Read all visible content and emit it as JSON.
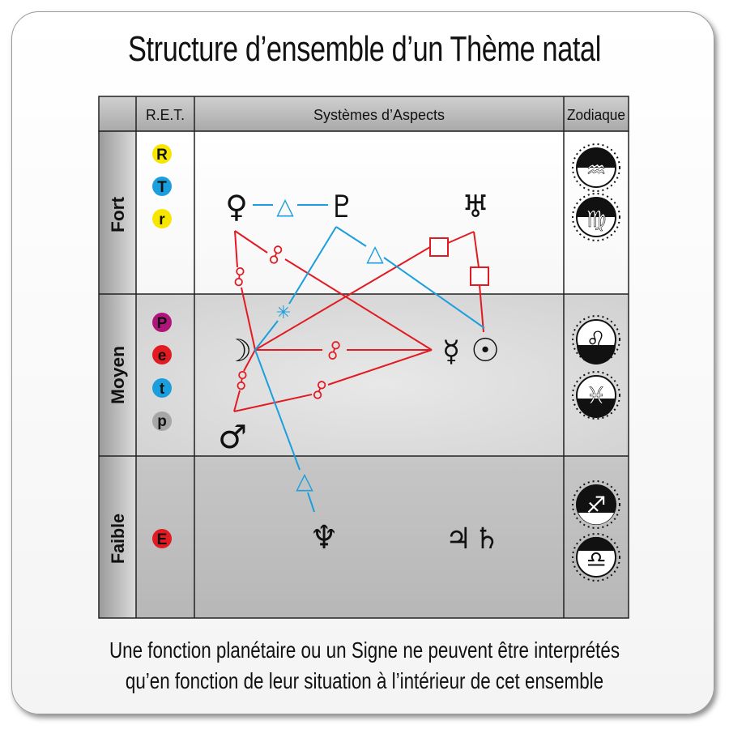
{
  "title": "Structure d’ensemble d’un Thème natal",
  "caption_line1": "Une fonction planétaire ou un Signe ne peuvent être interprétés",
  "caption_line2": "qu’en fonction de leur situation à l’intérieur de cet ensemble",
  "headers": {
    "ret": "R.E.T.",
    "aspects": "Systèmes d’Aspects",
    "zodiac": "Zodiaque"
  },
  "rows": {
    "fort": "Fort",
    "moyen": "Moyen",
    "faible": "Faible"
  },
  "ret_badges": {
    "fort": [
      {
        "letter": "R",
        "color": "#f7e600"
      },
      {
        "letter": "T",
        "color": "#1b9fdc"
      },
      {
        "letter": "r",
        "color": "#f7e600"
      }
    ],
    "moyen": [
      {
        "letter": "P",
        "color": "#b0157a"
      },
      {
        "letter": "e",
        "color": "#e21a22"
      },
      {
        "letter": "t",
        "color": "#1b9fdc"
      },
      {
        "letter": "p",
        "color": "#a6a6a6"
      }
    ],
    "faible": [
      {
        "letter": "E",
        "color": "#e21a22"
      }
    ]
  },
  "planets": {
    "venus": "♀",
    "pluto": "♇",
    "uranus": "♅",
    "moon": "☽",
    "mercury": "☿",
    "sun": "☉",
    "mars": "♂",
    "neptune": "♆",
    "jupiter": "♃",
    "saturn": "♄"
  },
  "aspects": {
    "trine": "△",
    "opposition": "☍",
    "square": "□",
    "sextile": "✳"
  },
  "zodiac": {
    "fort": [
      "♒",
      "♍"
    ],
    "moyen": [
      "♌",
      "♓"
    ],
    "faible": [
      "♐",
      "♎"
    ]
  },
  "colors": {
    "red_aspect": "#e21a22",
    "blue_aspect": "#1b9fdc",
    "row_fort": "#ffffff",
    "row_moyen": "#d9d9d9",
    "row_faible": "#bcbcbc",
    "header_bg": "#b8b8b8"
  }
}
